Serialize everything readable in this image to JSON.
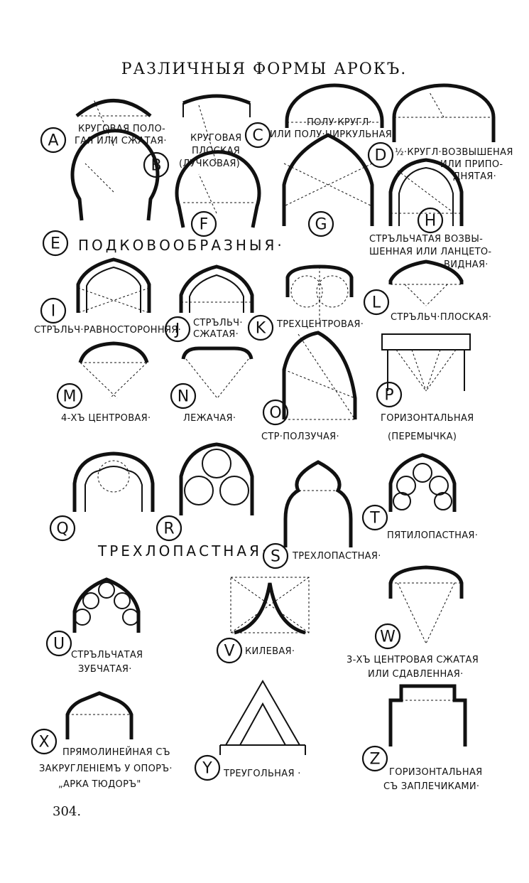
{
  "page": {
    "title": "РАЗЛИЧНЫЯ ФОРМЫ АРОКЪ.",
    "page_number": "304."
  },
  "arches": [
    {
      "letter": "A",
      "caption": [
        "КРУГОВАЯ ПОЛО-",
        "ГАЯ ИЛИ СЖАТАЯ·"
      ]
    },
    {
      "letter": "B",
      "caption": [
        "КРУГОВАЯ",
        "ПЛОСКАЯ",
        "(ЛУЧКОВАЯ)"
      ]
    },
    {
      "letter": "C",
      "caption": [
        "ПОЛУ·КРУГЛ·",
        "ИЛИ ПОЛУ·ЦИРКУЛЬНАЯ·"
      ]
    },
    {
      "letter": "D",
      "caption": [
        "½·КРУГЛ·ВОЗВЫШЕНАЯ",
        "ИЛИ ПРИПО-",
        "ДНЯТАЯ·"
      ]
    },
    {
      "letter": "E",
      "caption": []
    },
    {
      "letter": "F",
      "caption": []
    },
    {
      "letter": "G",
      "caption": []
    },
    {
      "letter": "H",
      "caption": [
        "СТРЪЛЬЧАТАЯ ВОЗВЫ-",
        "ШЕННАЯ ИЛИ ЛАНЦЕТО-",
        "ВИДНАЯ·"
      ]
    },
    {
      "letter": "I",
      "caption": [
        "СТРЪЛЬЧ·РАВНОСТОРОННЯЯ·"
      ]
    },
    {
      "letter": "J",
      "caption": [
        "СТРЪЛЬЧ·",
        "СЖАТАЯ·"
      ]
    },
    {
      "letter": "K",
      "caption": [
        "ТРЕХЦЕНТРОВАЯ·"
      ]
    },
    {
      "letter": "L",
      "caption": [
        "СТРЪЛЬЧ·ПЛОСКАЯ·"
      ]
    },
    {
      "letter": "M",
      "caption": [
        "4-ХЪ ЦЕНТРОВАЯ·"
      ]
    },
    {
      "letter": "N",
      "caption": [
        "ЛЕЖАЧАЯ·"
      ]
    },
    {
      "letter": "O",
      "caption": [
        "СТР·ПОЛЗУЧАЯ·"
      ]
    },
    {
      "letter": "P",
      "caption": [
        "ГОРИЗОНТАЛЬНАЯ",
        "(ПЕРЕМЫЧКА)"
      ]
    },
    {
      "letter": "Q",
      "caption": []
    },
    {
      "letter": "R",
      "caption": []
    },
    {
      "letter": "S",
      "caption": [
        "ТРЕХЛОПАСТНАЯ·"
      ]
    },
    {
      "letter": "T",
      "caption": [
        "ПЯТИЛОПАСТНАЯ·"
      ]
    },
    {
      "letter": "U",
      "caption": [
        "СТРЪЛЬЧАТАЯ",
        "ЗУБЧАТАЯ·"
      ]
    },
    {
      "letter": "V",
      "caption": [
        "КИЛЕВАЯ·"
      ]
    },
    {
      "letter": "W",
      "caption": [
        "3-ХЪ ЦЕНТРОВАЯ СЖАТАЯ",
        "ИЛИ СДАВЛЕННАЯ·"
      ]
    },
    {
      "letter": "X",
      "caption": [
        "ПРЯМОЛИНЕЙНАЯ СЪ",
        "ЗАКРУГЛЕНІЕМЪ У ОПОРЪ·",
        "„АРКА ТЮДОРЪ\""
      ]
    },
    {
      "letter": "Y",
      "caption": [
        "ТРЕУГОЛЬНАЯ ·"
      ]
    },
    {
      "letter": "Z",
      "caption": [
        "ГОРИЗОНТАЛЬНАЯ",
        "СЪ ЗАПЛЕЧИКАМИ·"
      ]
    }
  ],
  "group_labels": {
    "horseshoe": "ПОДКОВООБРАЗНЫЯ·",
    "trefoil": "ТРЕХЛОПАСТНАЯ·"
  }
}
